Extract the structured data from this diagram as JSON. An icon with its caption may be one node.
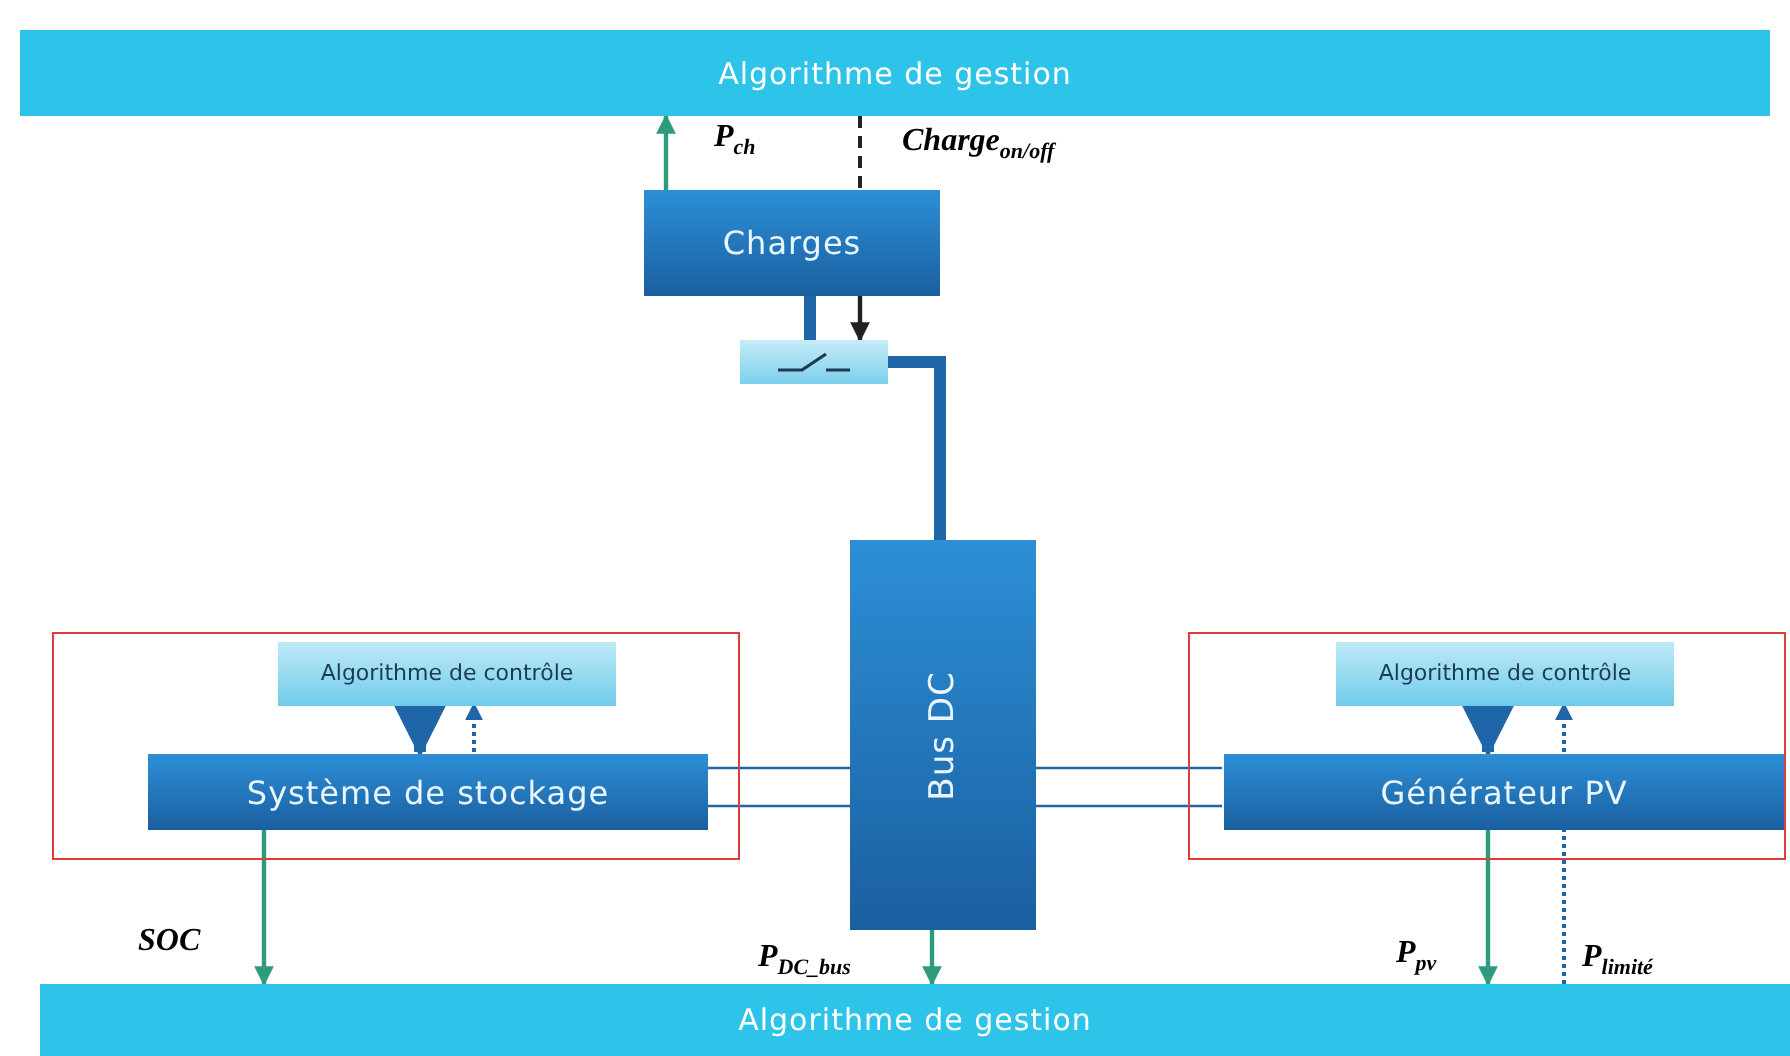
{
  "diagram": {
    "nodes": [
      {
        "text": [
          "Algorithme de gestion"
        ]
      },
      {
        "text": [
          "Charges"
        ]
      },
      {
        "text": [],
        "shape": "box"
      },
      {
        "text": [
          "Bus DC"
        ]
      },
      {
        "text": [],
        "shape": "box"
      },
      {
        "text": [
          "Algorithme de contrôle"
        ],
        "in": 4
      },
      {
        "text": [
          "Système de stockage"
        ],
        "in": 4
      },
      {
        "text": [],
        "shape": "box"
      },
      {
        "text": [
          "Algorithme de contrôle"
        ],
        "in": 7
      },
      {
        "text": [
          "Générateur PV"
        ],
        "in": 7
      },
      {
        "text": [
          "Algorithme de gestion"
        ]
      }
    ],
    "edges": [
      {
        "from": 1,
        "to": 0,
        "arrow": "to",
        "label": "P$_{ch}$",
        "color": "#2e9a7e"
      },
      {
        "from": 0,
        "to": 1,
        "arrow": "none",
        "label": "Charge$_{on/off}$",
        "style": "dashed",
        "color": "#222222"
      },
      {
        "from": 1,
        "to": 2,
        "arrow": "to",
        "color": "#222222"
      },
      {
        "from": 1,
        "to": 2,
        "arrow": "none",
        "style": "thick"
      },
      {
        "from": 2,
        "to": 3,
        "arrow": "none",
        "style": "thick"
      },
      {
        "from": 5,
        "to": 6,
        "arrow": "to",
        "style": "thick"
      },
      {
        "from": 6,
        "to": 5,
        "arrow": "to",
        "style": "dashed"
      },
      {
        "from": 6,
        "to": 3,
        "arrow": "none"
      },
      {
        "from": 6,
        "to": 3,
        "arrow": "none"
      },
      {
        "from": 3,
        "to": 9,
        "arrow": "none"
      },
      {
        "from": 3,
        "to": 9,
        "arrow": "none"
      },
      {
        "from": 8,
        "to": 9,
        "arrow": "to",
        "style": "thick"
      },
      {
        "from": 9,
        "to": 8,
        "arrow": "to",
        "style": "dashed"
      },
      {
        "from": 6,
        "to": 10,
        "arrow": "to",
        "label": "SOC",
        "color": "#2e9a7e"
      },
      {
        "from": 3,
        "to": 10,
        "arrow": "to",
        "label": "P$_{DC_bus}$",
        "color": "#2e9a7e"
      },
      {
        "from": 9,
        "to": 10,
        "arrow": "to",
        "label": "P$_{pv}$",
        "color": "#2e9a7e"
      },
      {
        "from": 9,
        "to": 10,
        "arrow": "none",
        "label": "P$_{limité}$",
        "style": "dashed"
      }
    ]
  }
}
